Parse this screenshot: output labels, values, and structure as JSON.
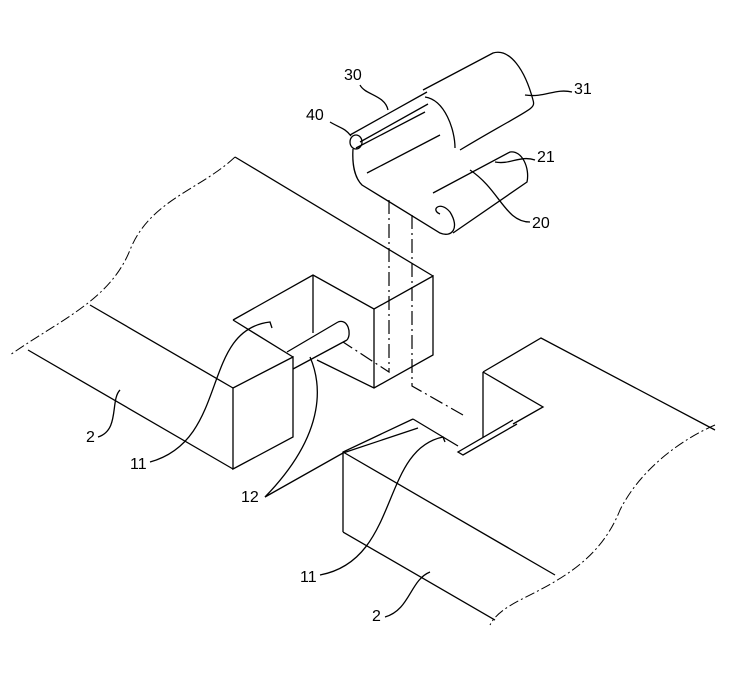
{
  "figure": {
    "labels": {
      "hinge_strap": "30",
      "barrel": "31",
      "pin": "40",
      "roll": "21",
      "leaf": "20",
      "member_left": "2",
      "recess_left": "11",
      "shaft": "12",
      "recess_right": "11",
      "member_right": "2"
    }
  }
}
